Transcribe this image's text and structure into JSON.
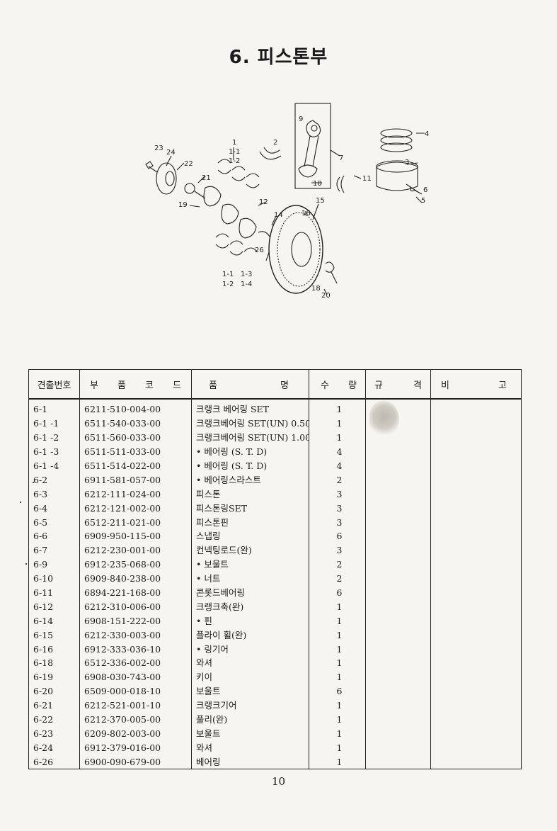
{
  "title": "6. 피스톤부",
  "page_number": "10",
  "callouts": [
    "1",
    "1-1",
    "1-2",
    "2",
    "3",
    "4",
    "5",
    "6",
    "7",
    "9",
    "10",
    "11",
    "12",
    "14",
    "15",
    "16",
    "18",
    "19",
    "20",
    "21",
    "22",
    "23",
    "24",
    "26",
    "1-1",
    "1-2",
    "1-3",
    "1-4"
  ],
  "table": {
    "headers": {
      "no": "견출번호",
      "code": "부 품 코 드",
      "name": [
        "품",
        "명"
      ],
      "qty": [
        "수",
        "량"
      ],
      "spec": [
        "규",
        "격"
      ],
      "remark": [
        "비",
        "고"
      ]
    },
    "rows": [
      {
        "no": "6-1",
        "code": "6211-510-004-00",
        "name": "크랭크 베어링 SET",
        "qty": "1"
      },
      {
        "no": "6-1 -1",
        "code": "6511-540-033-00",
        "name": "크랭크베어링 SET(UN) 0.50",
        "qty": "1"
      },
      {
        "no": "6-1 -2",
        "code": "6511-560-033-00",
        "name": "크랭크베어링 SET(UN) 1.00",
        "qty": "1"
      },
      {
        "no": "6-1 -3",
        "code": "6511-511-033-00",
        "name": "• 베어링 (S. T. D)",
        "qty": "4"
      },
      {
        "no": "6-1 -4",
        "code": "6511-514-022-00",
        "name": "• 베어링 (S. T. D)",
        "qty": "4"
      },
      {
        "no": "6-2",
        "code": "6911-581-057-00",
        "name": "• 베어링스라스트",
        "qty": "2"
      },
      {
        "no": "6-3",
        "code": "6212-111-024-00",
        "name": "피스톤",
        "qty": "3"
      },
      {
        "no": "6-4",
        "code": "6212-121-002-00",
        "name": "피스톤링SET",
        "qty": "3"
      },
      {
        "no": "6-5",
        "code": "6512-211-021-00",
        "name": "피스톤핀",
        "qty": "3"
      },
      {
        "no": "6-6",
        "code": "6909-950-115-00",
        "name": "스냅링",
        "qty": "6"
      },
      {
        "no": "6-7",
        "code": "6212-230-001-00",
        "name": "컨넥팅로드(완)",
        "qty": "3"
      },
      {
        "no": "6-9",
        "code": "6912-235-068-00",
        "name": "• 보울트",
        "qty": "2"
      },
      {
        "no": "6-10",
        "code": "6909-840-238-00",
        "name": "• 너트",
        "qty": "2"
      },
      {
        "no": "6-11",
        "code": "6894-221-168-00",
        "name": "콘롯드베어링",
        "qty": "6"
      },
      {
        "no": "6-12",
        "code": "6212-310-006-00",
        "name": "크랭크축(완)",
        "qty": "1"
      },
      {
        "no": "6-14",
        "code": "6908-151-222-00",
        "name": "• 핀",
        "qty": "1"
      },
      {
        "no": "6-15",
        "code": "6212-330-003-00",
        "name": "플라이 휠(완)",
        "qty": "1"
      },
      {
        "no": "6-16",
        "code": "6912-333-036-10",
        "name": "• 링기어",
        "qty": "1"
      },
      {
        "no": "6-18",
        "code": "6512-336-002-00",
        "name": "와셔",
        "qty": "1"
      },
      {
        "no": "6-19",
        "code": "6908-030-743-00",
        "name": "키이",
        "qty": "1"
      },
      {
        "no": "6-20",
        "code": "6509-000-018-10",
        "name": "보울트",
        "qty": "6"
      },
      {
        "no": "6-21",
        "code": "6212-521-001-10",
        "name": "크랭크기어",
        "qty": "1"
      },
      {
        "no": "6-22",
        "code": "6212-370-005-00",
        "name": "풀리(완)",
        "qty": "1"
      },
      {
        "no": "6-23",
        "code": "6209-802-003-00",
        "name": "보울트",
        "qty": "1"
      },
      {
        "no": "6-24",
        "code": "6912-379-016-00",
        "name": "와셔",
        "qty": "1"
      },
      {
        "no": "6-26",
        "code": "6900-090-679-00",
        "name": "베어링",
        "qty": "1"
      }
    ]
  }
}
